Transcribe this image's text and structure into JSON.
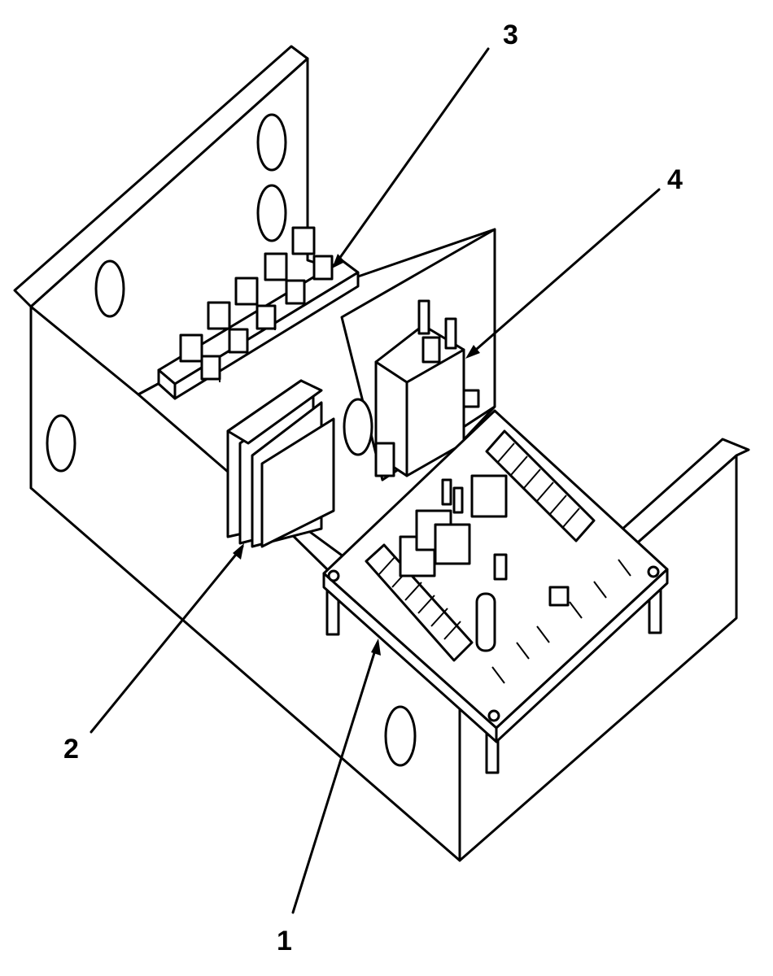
{
  "callouts": [
    {
      "label": "1",
      "part": "circuit-board"
    },
    {
      "label": "2",
      "part": "transformer"
    },
    {
      "label": "3",
      "part": "terminal-block"
    },
    {
      "label": "4",
      "part": "relay"
    }
  ],
  "colors": {
    "line": "#000000",
    "fill": "#ffffff"
  }
}
